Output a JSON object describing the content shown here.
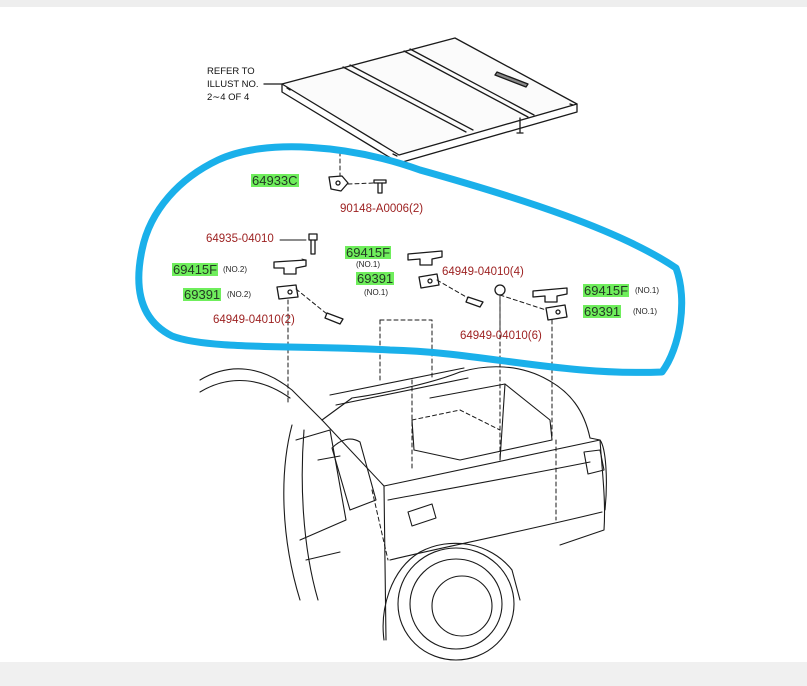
{
  "header_note": {
    "line1": "REFER TO",
    "line2": "ILLUST NO.",
    "line3": "2∼4 OF 4"
  },
  "labels": {
    "p64933c": "64933C",
    "p90148": "90148-A0006(2)",
    "p64935": "64935-04010",
    "p69415f": "69415F",
    "p69391": "69391",
    "no1": "(NO.1)",
    "no2": "(NO.2)",
    "p64949_2": "64949-04010(2)",
    "p64949_4": "64949-04010(4)",
    "p64949_6": "64949-04010(6)"
  },
  "colors": {
    "highlight_outline": "#1ab0ea",
    "part_highlight": "#6fee5c",
    "part_number_text": "#9c1f1f"
  }
}
